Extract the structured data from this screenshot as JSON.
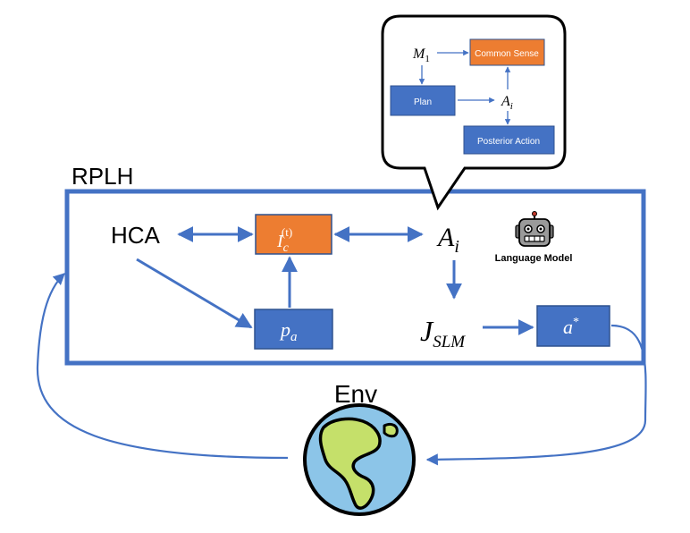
{
  "title": "RPLH",
  "env_label": "Env",
  "hca_label": "HCA",
  "model_label": "Language Model",
  "icons": {
    "robot": "robot-icon",
    "earth": "earth-icon"
  },
  "nodes": {
    "interaction": {
      "base": "I",
      "sub": "c",
      "sup": "(t)"
    },
    "pa": {
      "base": "p",
      "sub": "a"
    },
    "ai": {
      "base": "A",
      "sub": "i"
    },
    "jslm": {
      "base": "J",
      "sub": "SLM"
    },
    "astar": {
      "base": "a",
      "sup": "*"
    }
  },
  "bubble": {
    "m1": {
      "base": "M",
      "sub": "1"
    },
    "common_sense": "Common Sense",
    "plan": "Plan",
    "ai": {
      "base": "A",
      "sub": "i"
    },
    "posterior_action": "Posterior Action"
  },
  "colors": {
    "frame": "#4472C4",
    "blue_box": "#4472C4",
    "orange_box": "#ED7D31",
    "arrow": "#4472C4",
    "ocean": "#8CC5E8",
    "land": "#C5E06A"
  }
}
